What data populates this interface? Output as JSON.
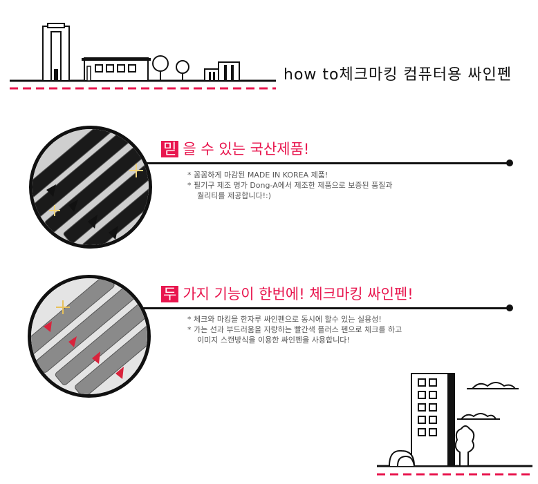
{
  "header": {
    "title": "how to체크마킹 컴퓨터용 싸인펜"
  },
  "sections": [
    {
      "badge": "믿",
      "headline": "을 수 있는 국산제품!",
      "bullets": [
        "* 꼼꼼하게 마감된 MADE IN KOREA 제품!",
        "* 필기구 제조 명가 Dong-A에서 제조한 제품으로 보증된 품질과",
        "퀄리티를 제공합니다!:)"
      ]
    },
    {
      "badge": "두",
      "headline": "가지 기능이 한번에! 체크마킹 싸인펜!",
      "bullets": [
        "* 체크와 마킹을 한자루 싸인펜으로 동시에 할수 있는 실용성!",
        "* 가는 선과 부드러움을 자랑하는 빨간색 플러스 펜으로 체크를 하고",
        "이미지 스캔방식을 이용한 싸인펜을 사용합니다!"
      ]
    }
  ],
  "colors": {
    "accent": "#e8164e",
    "ink": "#111111"
  },
  "icons": {
    "top_illustration": "city-skyline-icon",
    "bottom_illustration": "building-and-tree-icon",
    "photo1": "black-sign-pens-photo",
    "photo2": "grey-red-tip-pens-photo"
  }
}
